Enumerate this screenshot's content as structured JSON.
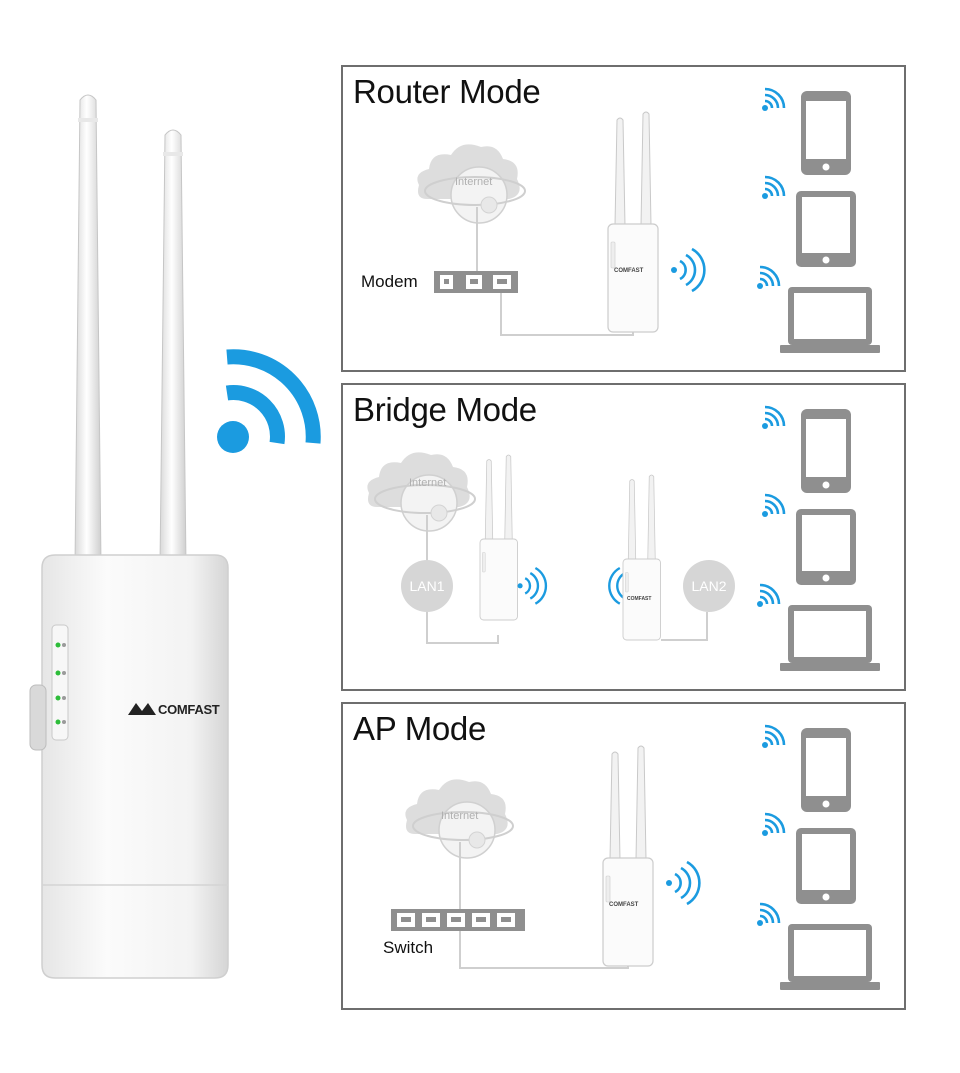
{
  "product": {
    "brand": "COMFAST"
  },
  "modes": [
    {
      "title": "Router Mode",
      "internet_label": "Internet",
      "device_label": "Modem",
      "ap_brand": "COMFAST"
    },
    {
      "title": "Bridge Mode",
      "internet_label": "Internet",
      "lan_left": "LAN1",
      "lan_right": "LAN2",
      "ap_brand": "COMFAST"
    },
    {
      "title": "AP Mode",
      "internet_label": "Internet",
      "device_label": "Switch",
      "ap_brand": "COMFAST"
    }
  ],
  "colors": {
    "wifi_blue": "#1b9be0",
    "client_gray": "#8f8f8f",
    "panel_border": "#6e6e6e",
    "cloud_gray": "#d8d8d8"
  },
  "icons": [
    "wifi-signal-icon",
    "smartphone-icon",
    "tablet-icon",
    "laptop-icon",
    "cloud-globe-icon",
    "access-point-icon"
  ]
}
